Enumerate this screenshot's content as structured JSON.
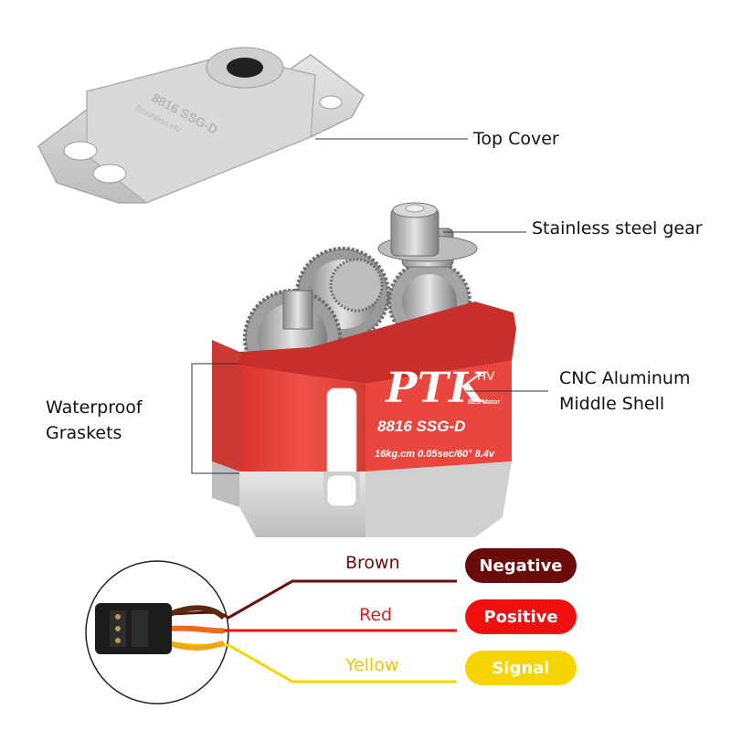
{
  "callouts": {
    "top_cover": "Top Cover",
    "gear": "Stainless steel gear",
    "shell_line1": "CNC Aluminum",
    "shell_line2": "Middle Shell",
    "gasket_line1": "Waterproof",
    "gasket_line2": "Graskets"
  },
  "servo_markings": {
    "brand": "PTK",
    "hv": "HV",
    "model": "8816 SSG-D",
    "top_cover_model": "8816 SSG-D",
    "top_cover_subtext": "Brushless HV",
    "motor": "BLS Motor",
    "specs": "16kg.cm 0.05sec/60° 8.4v"
  },
  "wires": [
    {
      "color_name": "Brown",
      "function": "Negative",
      "color": "#6b0a0a",
      "text_color": "#6b0a0a"
    },
    {
      "color_name": "Red",
      "function": "Positive",
      "color": "#f01010",
      "text_color": "#e31b1b"
    },
    {
      "color_name": "Yellow",
      "function": "Signal",
      "color": "#f5d400",
      "text_color": "#f0c400"
    }
  ],
  "colors": {
    "shell_red": "#e8433a",
    "aluminum": "#c9c9c9",
    "leader_line": "#333333"
  }
}
